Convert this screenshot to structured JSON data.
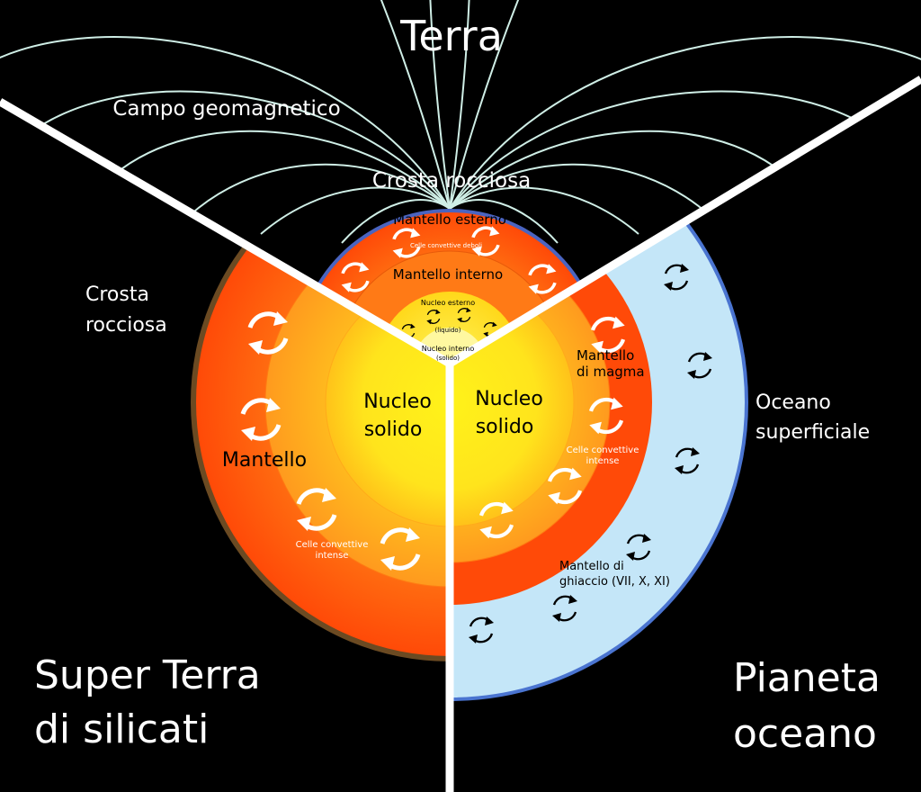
{
  "title": "Terra",
  "earth": {
    "field_label": "Campo geomagnetico",
    "crust_label": "Crosta rocciosa",
    "outer_mantle": "Mantello esterno",
    "weak_cells": "Celle convettive deboli",
    "inner_mantle": "Mantello interno",
    "outer_core": "Nucleo esterno",
    "outer_core_state": "(liquido)",
    "inner_core": "Nucleo interno",
    "inner_core_state": "(solido)"
  },
  "super_earth": {
    "title_line1": "Super Terra",
    "title_line2": "di silicati",
    "crust_line1": "Crosta",
    "crust_line2": "rocciosa",
    "mantle": "Mantello",
    "cells_line1": "Celle convettive",
    "cells_line2": "intense",
    "core_line1": "Nucleo",
    "core_line2": "solido"
  },
  "ocean_planet": {
    "title_line1": "Pianeta",
    "title_line2": "oceano",
    "ocean_line1": "Oceano",
    "ocean_line2": "superficiale",
    "magma_line1": "Mantello",
    "magma_line2": "di magma",
    "cells_line1": "Celle convettive",
    "cells_line2": "intense",
    "ice_line1": "Mantello di",
    "ice_line2": "ghiaccio (VII, X, XI)",
    "core_line1": "Nucleo",
    "core_line2": "solido"
  },
  "colors": {
    "background": "#000000",
    "field_lines": "#cfeee6",
    "ocean": "#c4e6f8",
    "ocean_edge": "#4a74d0",
    "mantle_outer": "#ff5a0a",
    "mantle_mid": "#ff8a1a",
    "core": "#ffe81a",
    "crust_brown": "#6b4a22",
    "dividers": "#ffffff"
  }
}
